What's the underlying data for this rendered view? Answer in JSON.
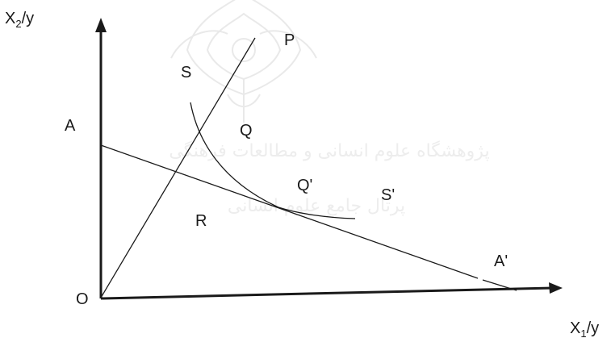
{
  "axes": {
    "y_label_main": "X",
    "y_label_sub": "2",
    "y_label_tail": "/y",
    "x_label_main": "X",
    "x_label_sub": "1",
    "x_label_tail": "/y"
  },
  "points": {
    "origin": "O",
    "a": "A",
    "a_prime": "A'",
    "p": "P",
    "q": "Q",
    "q_prime": "Q'",
    "r": "R",
    "s": "S",
    "s_prime": "S'"
  },
  "watermark": {
    "line1": "پژوهشگاه علوم انسانی و مطالعات فرهنگی",
    "line2": "پرتال جامع علوم انسانی"
  }
}
